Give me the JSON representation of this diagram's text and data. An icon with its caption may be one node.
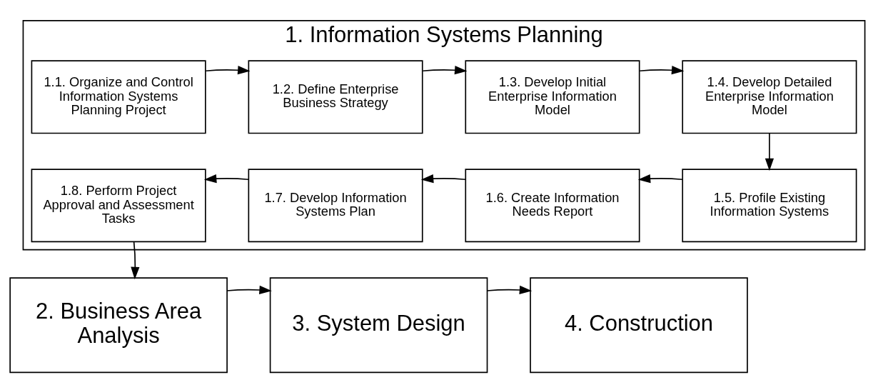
{
  "diagram": {
    "nodes": [
      {
        "text": [
          "1. Information Systems Planning"
        ]
      },
      {
        "text": [
          "1.1. Organize and Control Information Systems Planning Project"
        ],
        "in": 0
      },
      {
        "text": [
          "1.2. Define Enterprise Business Strategy"
        ],
        "in": 0
      },
      {
        "text": [
          "1.3. Develop Initial Enterprise Information Model"
        ],
        "in": 0
      },
      {
        "text": [
          "1.4. Develop Detailed Enterprise Information Model"
        ],
        "in": 0
      },
      {
        "text": [
          "1.5. Profile Existing Information Systems"
        ],
        "in": 0
      },
      {
        "text": [
          "1.6. Create Information Needs Report"
        ],
        "in": 0
      },
      {
        "text": [
          "1.7. Develop Information Systems Plan"
        ],
        "in": 0
      },
      {
        "text": [
          "1.8. Perform Project Approval and Assessment Tasks"
        ],
        "in": 0
      },
      {
        "text": [
          "2. Business Area Analysis"
        ]
      },
      {
        "text": [
          "3. System Design"
        ]
      },
      {
        "text": [
          "4. Construction"
        ]
      }
    ],
    "edges": [
      {
        "from": 1,
        "to": 2,
        "arrow": "to"
      },
      {
        "from": 2,
        "to": 3,
        "arrow": "to"
      },
      {
        "from": 3,
        "to": 4,
        "arrow": "to"
      },
      {
        "from": 4,
        "to": 5,
        "arrow": "to"
      },
      {
        "from": 5,
        "to": 6,
        "arrow": "to"
      },
      {
        "from": 6,
        "to": 7,
        "arrow": "to"
      },
      {
        "from": 7,
        "to": 8,
        "arrow": "to"
      },
      {
        "from": 8,
        "to": 9,
        "arrow": "to"
      },
      {
        "from": 9,
        "to": 10,
        "arrow": "to"
      },
      {
        "from": 10,
        "to": 11,
        "arrow": "to"
      }
    ]
  }
}
